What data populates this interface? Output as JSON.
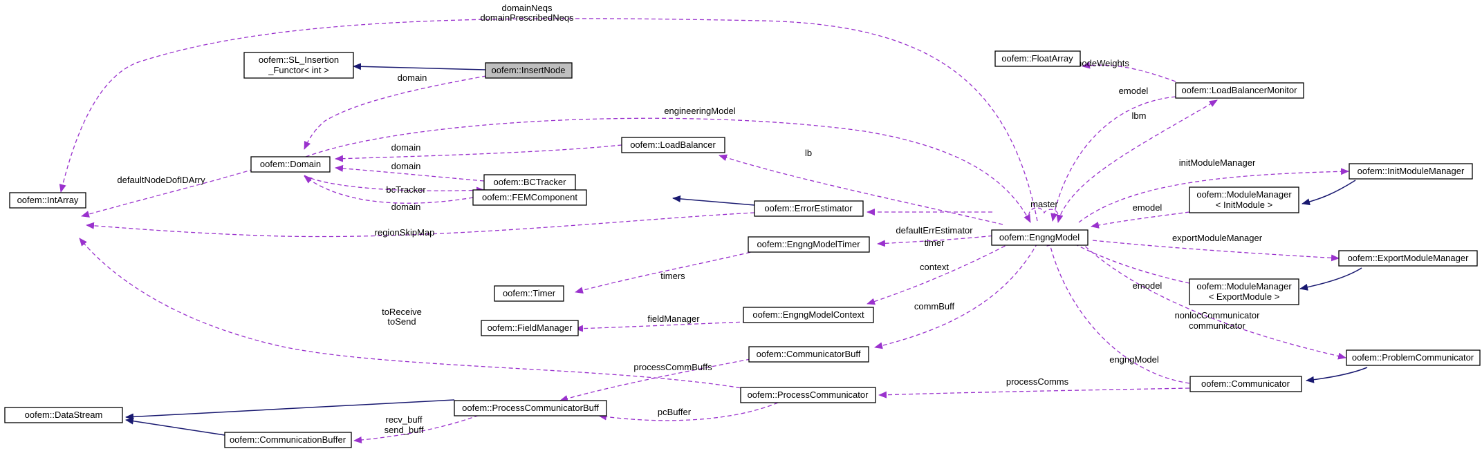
{
  "colors": {
    "usage_edge": "#9a32cd",
    "inherit_edge": "#191970",
    "node_fill": "#ffffff",
    "highlight_fill": "#bfbfbf"
  },
  "nodes": {
    "sl_insertion": [
      "oofem::SL_Insertion",
      "_Functor< int >"
    ],
    "insertnode": [
      "oofem::InsertNode"
    ],
    "domain": [
      "oofem::Domain"
    ],
    "intarray": [
      "oofem::IntArray"
    ],
    "floatarray": [
      "oofem::FloatArray"
    ],
    "loadbalancermonitor": [
      "oofem::LoadBalancerMonitor"
    ],
    "loadbalancer": [
      "oofem::LoadBalancer"
    ],
    "bctracker": [
      "oofem::BCTracker"
    ],
    "femcomponent": [
      "oofem::FEMComponent"
    ],
    "errorestimator": [
      "oofem::ErrorEstimator"
    ],
    "engngmodel": [
      "oofem::EngngModel"
    ],
    "initmodulemanager": [
      "oofem::InitModuleManager"
    ],
    "modulemanager_init": [
      "oofem::ModuleManager",
      "< InitModule >"
    ],
    "exportmodulemanager": [
      "oofem::ExportModuleManager"
    ],
    "modulemanager_export": [
      "oofem::ModuleManager",
      "< ExportModule >"
    ],
    "timer": [
      "oofem::Timer"
    ],
    "engngmodeltimer": [
      "oofem::EngngModelTimer"
    ],
    "fieldmanager": [
      "oofem::FieldManager"
    ],
    "engngmodelcontext": [
      "oofem::EngngModelContext"
    ],
    "communicatorbuff": [
      "oofem::CommunicatorBuff"
    ],
    "problemcommunicator": [
      "oofem::ProblemCommunicator"
    ],
    "communicator": [
      "oofem::Communicator"
    ],
    "processcommunicator": [
      "oofem::ProcessCommunicator"
    ],
    "processcommunicatorbuff": [
      "oofem::ProcessCommunicatorBuff"
    ],
    "datastream": [
      "oofem::DataStream"
    ],
    "communicationbuffer": [
      "oofem::CommunicationBuffer"
    ]
  },
  "edge_labels": {
    "domainneqs": [
      "domainNeqs",
      "domainPrescribedNeqs"
    ],
    "insert_domain": [
      "domain"
    ],
    "engineeringmodel": [
      "engineeringModel"
    ],
    "lb_domain": [
      "domain"
    ],
    "bc_domain": [
      "domain"
    ],
    "bctracker": [
      "bcTracker"
    ],
    "fem_domain": [
      "domain"
    ],
    "defaultnodedofidarry": [
      "defaultNodeDofIDArry"
    ],
    "regionskipmap": [
      "regionSkipMap"
    ],
    "noderweights": [
      "nodeWeights"
    ],
    "lbm_emodel": [
      "emodel"
    ],
    "lbm": [
      "lbm"
    ],
    "lb": [
      "lb"
    ],
    "master": [
      "master"
    ],
    "initmodulemanager": [
      "initModuleManager"
    ],
    "init_emodel": [
      "emodel"
    ],
    "defaulterrestimator": [
      "defaultErrEstimator"
    ],
    "timer": [
      "timer"
    ],
    "exportmodulemanager": [
      "exportModuleManager"
    ],
    "timers": [
      "timers"
    ],
    "context": [
      "context"
    ],
    "export_emodel": [
      "emodel"
    ],
    "tosend": [
      "toReceive",
      "toSend"
    ],
    "fieldmanager": [
      "fieldManager"
    ],
    "commbuff": [
      "commBuff"
    ],
    "nonloccommunicator": [
      "nonlocCommunicator",
      "communicator"
    ],
    "processcommbuffs": [
      "processCommBuffs"
    ],
    "engngmodel": [
      "engngModel"
    ],
    "processcomms": [
      "processComms"
    ],
    "recv_buff": [
      "recv_buff",
      "send_buff"
    ],
    "pcbuffer": [
      "pcBuffer"
    ]
  }
}
